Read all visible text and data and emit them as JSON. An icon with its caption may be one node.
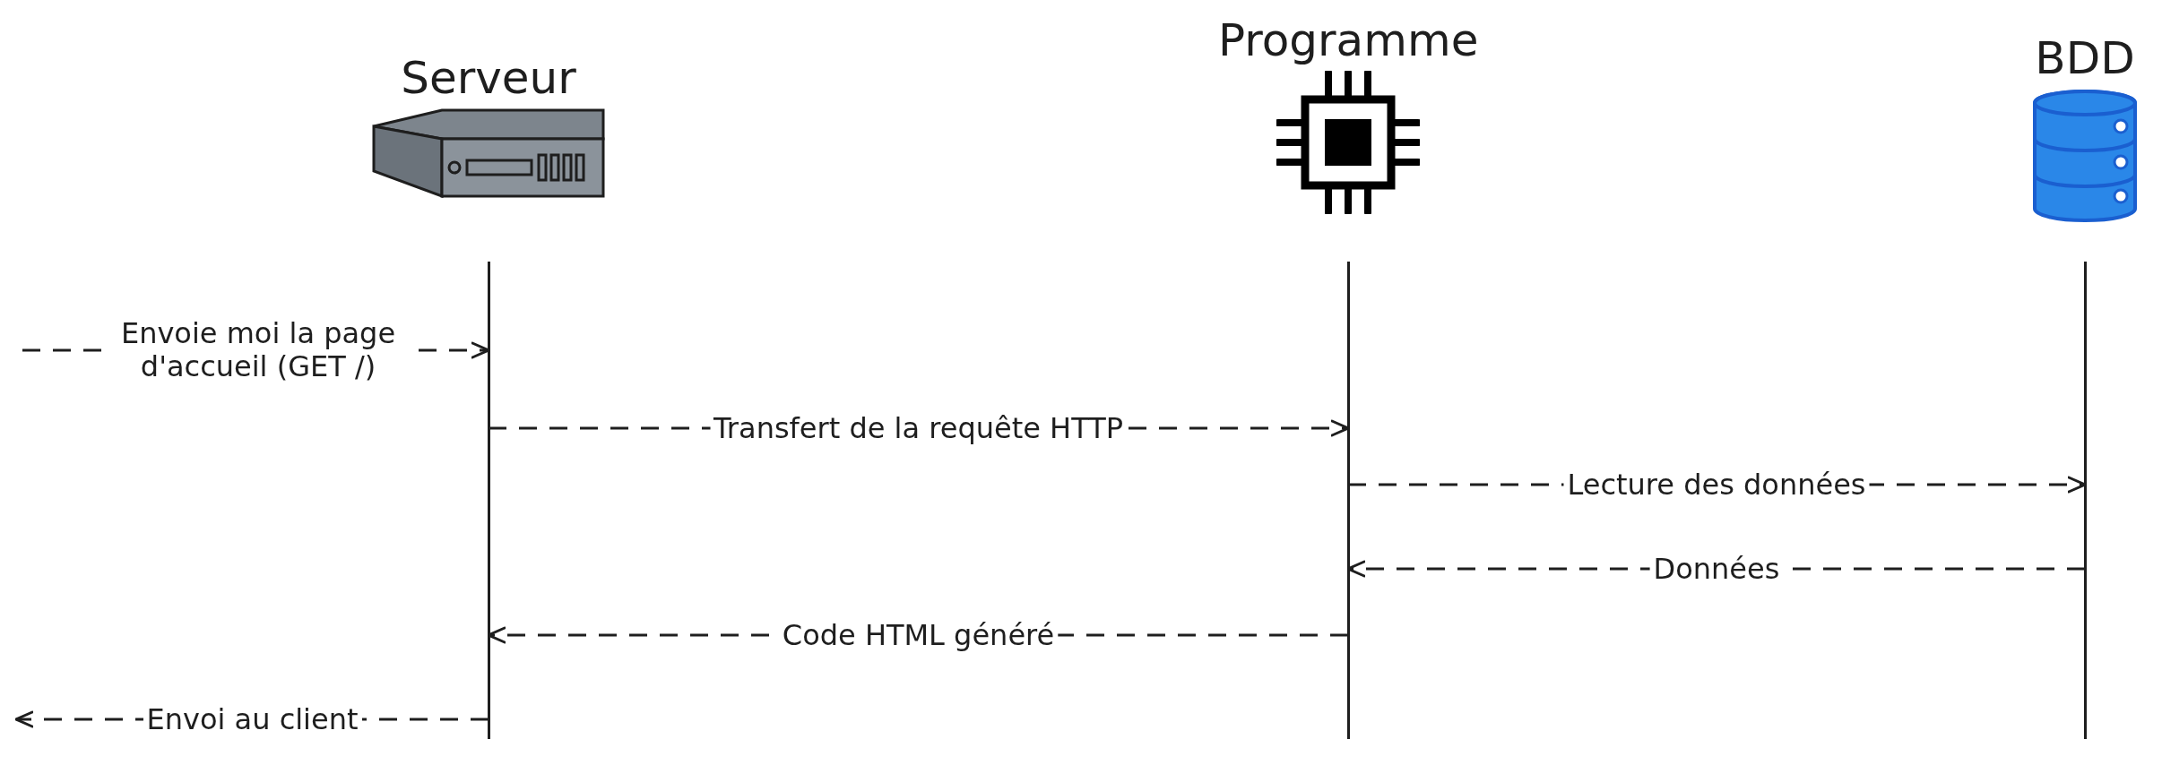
{
  "diagram": {
    "nodes": [
      {
        "text": [
          "Serveur"
        ]
      },
      {
        "text": [
          "Programme"
        ]
      },
      {
        "text": [
          "BDD"
        ]
      }
    ],
    "edges": [
      {
        "from": null,
        "to": 0,
        "arrow": "to",
        "label": "Envoie moi la page d'accueil (GET /)",
        "style": "dashed"
      },
      {
        "from": 0,
        "to": 1,
        "arrow": "to",
        "label": "Transfert de la requête HTTP",
        "style": "dashed"
      },
      {
        "from": 1,
        "to": 2,
        "arrow": "to",
        "label": "Lecture des données",
        "style": "dashed"
      },
      {
        "from": 2,
        "to": 1,
        "arrow": "to",
        "label": "Données",
        "style": "dashed"
      },
      {
        "from": 1,
        "to": 0,
        "arrow": "to",
        "label": "Code HTML généré",
        "style": "dashed"
      },
      {
        "from": 0,
        "to": null,
        "arrow": "to",
        "label": "Envoi au client",
        "style": "dashed"
      }
    ]
  }
}
